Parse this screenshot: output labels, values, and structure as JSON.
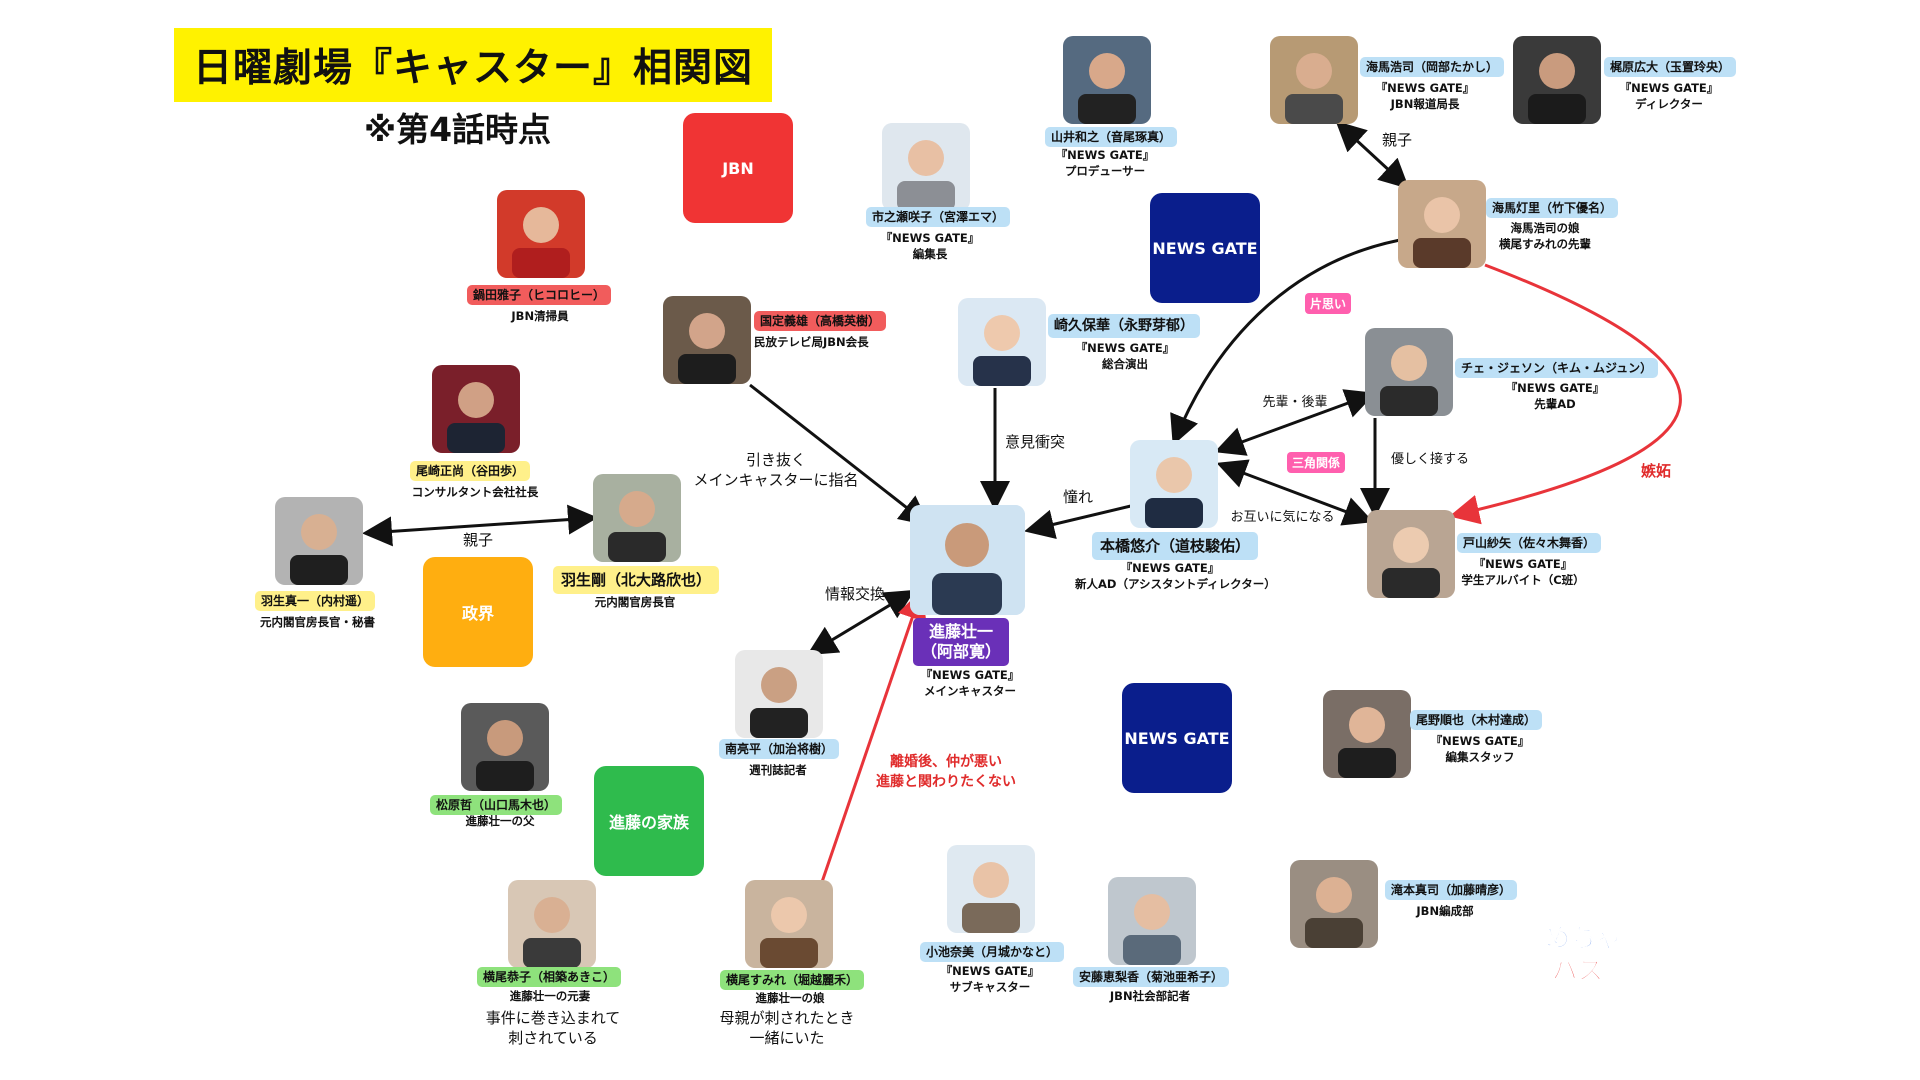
{
  "header": {
    "title": "日曜劇場『キャスター』相関図",
    "subtitle": "※第4話時点"
  },
  "groups": {
    "jbn": "JBN",
    "news_gate_1": "NEWS GATE",
    "news_gate_2": "NEWS GATE",
    "seikai": "政界",
    "family": "進藤の家族"
  },
  "characters": {
    "shindo": {
      "name": "進藤壮一\n（阿部寛）",
      "role": "『NEWS GATE』\nメインキャスター"
    },
    "nabeta": {
      "name": "鍋田雅子（ヒコロヒー）",
      "role": "JBN清掃員"
    },
    "kunisada": {
      "name": "国定義雄（高橋英樹）",
      "role": "民放テレビ局JBN会長"
    },
    "ichinose": {
      "name": "市之瀬咲子（宮澤エマ）",
      "role": "『NEWS GATE』\n編集長"
    },
    "yamai": {
      "name": "山井和之（音尾琢真）",
      "role": "『NEWS GATE』\nプロデューサー"
    },
    "kaiba_koji": {
      "name": "海馬浩司（岡部たかし）",
      "role": "『NEWS GATE』\nJBN報道局長"
    },
    "kajiwara": {
      "name": "梶原広大（玉置玲央）",
      "role": "『NEWS GATE』\nディレクター"
    },
    "kaiba_tomori": {
      "name": "海馬灯里（竹下優名）",
      "role": "海馬浩司の娘\n横尾すみれの先輩"
    },
    "sakihisa": {
      "name": "崎久保華（永野芽郁）",
      "role": "『NEWS GATE』\n総合演出"
    },
    "choi": {
      "name": "チェ・ジェソン（キム・ムジュン）",
      "role": "『NEWS GATE』\n先輩AD"
    },
    "motohashi": {
      "name": "本橋悠介（道枝駿佑）",
      "role": "『NEWS GATE』\n新人AD（アシスタントディレクター）"
    },
    "toyama": {
      "name": "戸山紗矢（佐々木舞香）",
      "role": "『NEWS GATE』\n学生アルバイト（C班）"
    },
    "ozaki": {
      "name": "尾崎正尚（谷田歩）",
      "role": "コンサルタント会社社長"
    },
    "hanyu_takeshi": {
      "name": "羽生剛（北大路欣也）",
      "role": "元内閣官房長官"
    },
    "hanyu_shinichi": {
      "name": "羽生真一（内村遥）",
      "role": "元内閣官房長官・秘書"
    },
    "minami": {
      "name": "南亮平（加治将樹）",
      "role": "週刊誌記者"
    },
    "matsubara": {
      "name": "松原哲（山口馬木也）",
      "role": "進藤壮一の父"
    },
    "yokoo_kyoko": {
      "name": "横尾恭子（相築あきこ）",
      "role": "進藤壮一の元妻"
    },
    "yokoo_sumire": {
      "name": "横尾すみれ（堀越麗禾）",
      "role": "進藤壮一の娘"
    },
    "koike": {
      "name": "小池奈美（月城かなと）",
      "role": "『NEWS GATE』\nサブキャスター"
    },
    "anjo": {
      "name": "安藤恵梨香（菊池亜希子）",
      "role": "JBN社会部記者"
    },
    "ono": {
      "name": "尾野順也（木村達成）",
      "role": "『NEWS GATE』\n編集スタッフ"
    },
    "takimoto": {
      "name": "滝本真司（加藤晴彦）",
      "role": "JBN編成部"
    }
  },
  "relations": {
    "kunisada_shindo": "引き抜く\nメインキャスターに指名",
    "sakihisa_shindo": "意見衝突",
    "motohashi_shindo": "憧れ",
    "hanyu_parent": "親子",
    "kaiba_parent": "親子",
    "minami_shindo": "情報交換",
    "choi_motohashi": "先輩・後輩",
    "choi_toyama": "優しく接する",
    "motohashi_toyama": "お互いに気になる",
    "kataomoi": "片思い",
    "sankaku": "三角関係",
    "shitto": "嫉妬",
    "sumire_shindo": "離婚後、仲が悪い\n進藤と関わりたくない",
    "kyoko_note": "事件に巻き込まれて\n刺されている",
    "sumire_note": "母親が刺されたとき\n一緒にいた"
  },
  "logo": "めちゃバズ",
  "colors": {
    "jbn": "#f03434",
    "news_gate": "#0a1e8c",
    "seikai": "#ffae10",
    "family": "#2fbb4d",
    "red_arrow": "#e8343a"
  }
}
